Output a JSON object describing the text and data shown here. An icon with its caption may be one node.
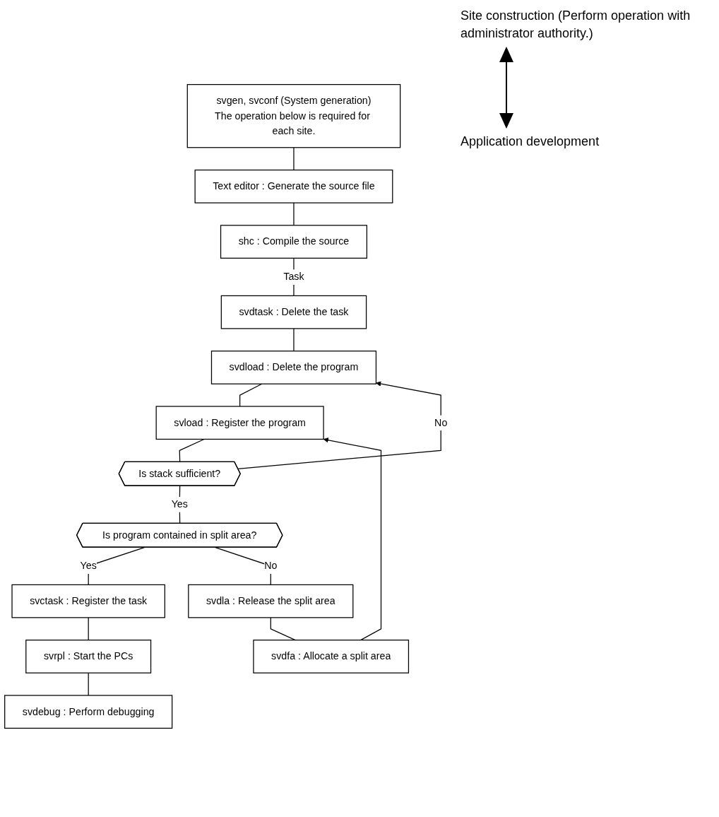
{
  "diagram": {
    "nodes": [
      {
        "text": [
          "svgen, svconf (System generation)",
          "The operation below is required for each site."
        ]
      },
      {
        "text": [
          "Text editor : Generate the source file"
        ]
      },
      {
        "text": [
          "shc : Compile the source"
        ]
      },
      {
        "text": [
          "svdtask : Delete the task"
        ]
      },
      {
        "text": [
          "svdload : Delete the program"
        ]
      },
      {
        "text": [
          "svload : Register the program"
        ]
      },
      {
        "text": [
          "Is stack sufficient?"
        ]
      },
      {
        "text": [
          "Is program contained in split area?"
        ]
      },
      {
        "text": [
          "svdla : Release the split area"
        ]
      },
      {
        "text": [
          "svdfa : Allocate a split area"
        ]
      },
      {
        "text": [
          "svctask : Register the task"
        ]
      },
      {
        "text": [
          "svrpl : Start the PCs"
        ]
      },
      {
        "text": [
          "svdebug : Perform debugging"
        ]
      }
    ],
    "edges": [
      {
        "from": 0,
        "to": 1,
        "arrow": "none"
      },
      {
        "from": 1,
        "to": 2,
        "arrow": "none"
      },
      {
        "from": 2,
        "to": 3,
        "arrow": "none",
        "label": "Task"
      },
      {
        "from": 3,
        "to": 4,
        "arrow": "none"
      },
      {
        "from": 4,
        "to": 5,
        "arrow": "none"
      },
      {
        "from": 5,
        "to": 6,
        "arrow": "none"
      },
      {
        "from": 6,
        "to": 4,
        "arrow": "to",
        "label": "No"
      },
      {
        "from": 6,
        "to": 7,
        "arrow": "none",
        "label": "Yes"
      },
      {
        "from": 7,
        "to": 10,
        "arrow": "none",
        "label": "Yes"
      },
      {
        "from": 7,
        "to": 8,
        "arrow": "none",
        "label": "No"
      },
      {
        "from": 8,
        "to": 9,
        "arrow": "none"
      },
      {
        "from": 9,
        "to": 5,
        "arrow": "to"
      },
      {
        "from": 10,
        "to": 11,
        "arrow": "none"
      },
      {
        "from": 11,
        "to": 12,
        "arrow": "none"
      }
    ],
    "labels": [
      "Site construction (Perform operation with administrator authority.)",
      "Application development"
    ]
  }
}
